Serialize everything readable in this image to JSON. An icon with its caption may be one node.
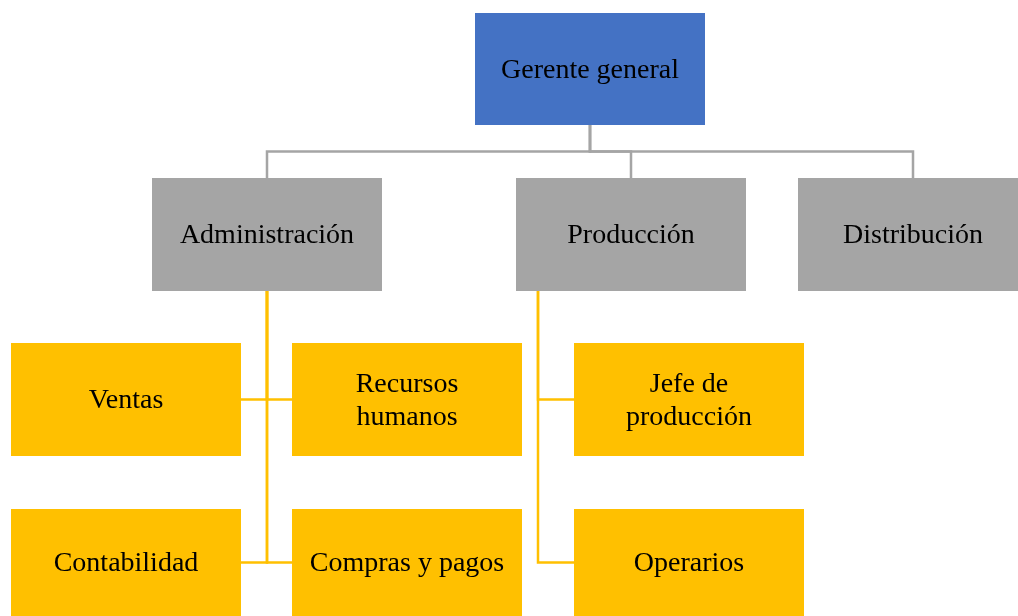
{
  "diagram": {
    "nodes": [
      {
        "text": [
          "Gerente general"
        ]
      },
      {
        "text": [
          "Administración"
        ]
      },
      {
        "text": [
          "Producción"
        ]
      },
      {
        "text": [
          "Distribución"
        ]
      },
      {
        "text": [
          "Ventas"
        ]
      },
      {
        "text": [
          "Recursos humanos"
        ]
      },
      {
        "text": [
          "Jefe de producción"
        ]
      },
      {
        "text": [
          "Contabilidad"
        ]
      },
      {
        "text": [
          "Compras y pagos"
        ]
      },
      {
        "text": [
          "Operarios"
        ]
      }
    ],
    "edges": [
      {
        "from": 0,
        "to": 1,
        "arrow": "none",
        "color": "#a5a5a5"
      },
      {
        "from": 0,
        "to": 2,
        "arrow": "none",
        "color": "#a5a5a5"
      },
      {
        "from": 0,
        "to": 3,
        "arrow": "none",
        "color": "#a5a5a5"
      },
      {
        "from": 1,
        "to": 4,
        "arrow": "none"
      },
      {
        "from": 1,
        "to": 5,
        "arrow": "none"
      },
      {
        "from": 1,
        "to": 7,
        "arrow": "none"
      },
      {
        "from": 1,
        "to": 8,
        "arrow": "none"
      },
      {
        "from": 2,
        "to": 6,
        "arrow": "none"
      },
      {
        "from": 2,
        "to": 9,
        "arrow": "none"
      }
    ]
  }
}
